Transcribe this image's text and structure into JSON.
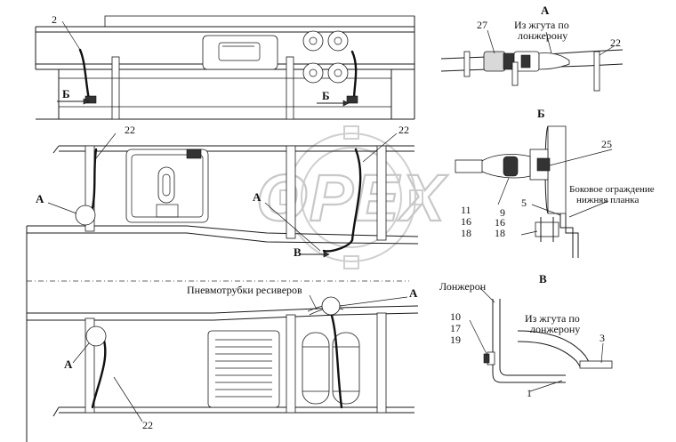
{
  "view_labels": {
    "A": "А",
    "B": "Б",
    "V": "В"
  },
  "watermark": "OPEX",
  "labels": {
    "top_2": "2",
    "top_B_left": "Б",
    "top_B_right": "Б",
    "mid_22_left": "22",
    "mid_22_right": "22",
    "mid_A_left": "А",
    "mid_A_center": "А",
    "mid_V": "В",
    "low_A_left": "А",
    "low_A_right": "А",
    "low_22": "22",
    "receiver_tubes": "Пневмотрубки ресиверов",
    "a_27": "27",
    "a_harness": "Из жгута по",
    "a_harness2": "лонжерону",
    "a_22": "22",
    "b_25": "25",
    "b_11": "11",
    "b_16": "16",
    "b_18": "18",
    "b_5": "5",
    "b_9": "9",
    "b_16b": "16",
    "b_18b": "18",
    "b_fence": "Боковое ограждение",
    "b_fence2": "нижняя планка",
    "v_longeron": "Лонжерон",
    "v_10": "10",
    "v_17": "17",
    "v_19": "19",
    "v_harness": "Из жгута по",
    "v_harness2": "лонжерону",
    "v_3": "3",
    "v_1": "1"
  }
}
